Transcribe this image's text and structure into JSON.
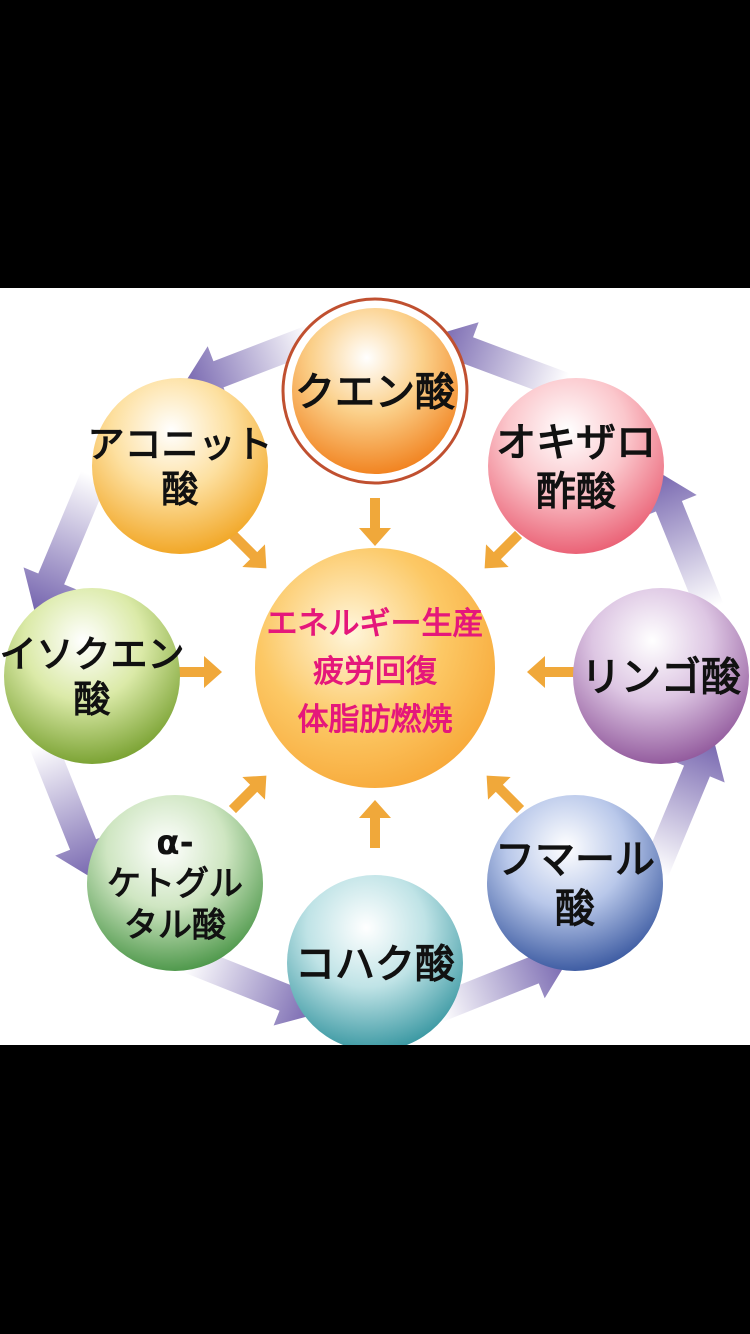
{
  "center": {
    "lines": [
      "エネルギー生産",
      "疲労回復",
      "体脂肪燃焼"
    ],
    "text_color": "#e5177b"
  },
  "nodes": [
    {
      "id": "citric",
      "lines": [
        "クエン酸"
      ],
      "color": "#f07a14",
      "light": "#fbd08a"
    },
    {
      "id": "oxaloacetic",
      "lines": [
        "オキザロ",
        "酢酸"
      ],
      "color": "#e8556b",
      "light": "#fbc7cc"
    },
    {
      "id": "malic",
      "lines": [
        "リンゴ酸"
      ],
      "color": "#8a4e95",
      "light": "#ddc6e3"
    },
    {
      "id": "fumaric",
      "lines": [
        "フマール",
        "酸"
      ],
      "color": "#2f4f9a",
      "light": "#b9c8ea"
    },
    {
      "id": "succinic",
      "lines": [
        "コハク酸"
      ],
      "color": "#2a8f9a",
      "light": "#bfe3e6"
    },
    {
      "id": "ketoglutaric",
      "lines": [
        "α-",
        "ケトグル",
        "タル酸"
      ],
      "color": "#3f8f3d",
      "light": "#cfe6c2"
    },
    {
      "id": "isocitric",
      "lines": [
        "イソクエン",
        "酸"
      ],
      "color": "#6f9a25",
      "light": "#dbeaa8"
    },
    {
      "id": "aconitic",
      "lines": [
        "アコニット",
        "酸"
      ],
      "color": "#f0a018",
      "light": "#fde0a0"
    }
  ],
  "colors": {
    "cycle_arrow": "#6a58a8",
    "inner_arrow": "#f0a83a",
    "center_fill": "#f7a838"
  }
}
